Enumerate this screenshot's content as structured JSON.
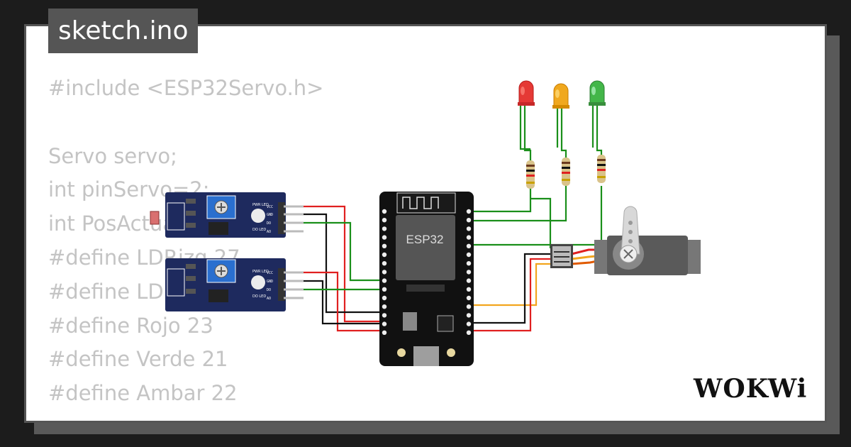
{
  "title": "sketch.ino",
  "code_lines": [
    "#include <ESP32Servo.h>",
    "",
    "Servo servo;",
    "int pinServo=2;",
    "int PosActual",
    "#define LDRizq 27",
    "#define LDR",
    "#define Rojo 23",
    "#define Verde 21",
    "#define Ambar 22"
  ],
  "esp32": {
    "label": "ESP32"
  },
  "ldr_module": {
    "pins": [
      "VCC",
      "GND",
      "DO",
      "AO"
    ],
    "pwr_led": "PWR LED",
    "do_led": "DO LED"
  },
  "logo": "WOKWi",
  "colors": {
    "led_red": "#e53935",
    "led_amber": "#f0a81e",
    "led_green": "#43b649",
    "wire_green": "#1a8f1a",
    "wire_red": "#e02020",
    "wire_orange": "#f2a51e",
    "board": "#1e2a5e"
  }
}
